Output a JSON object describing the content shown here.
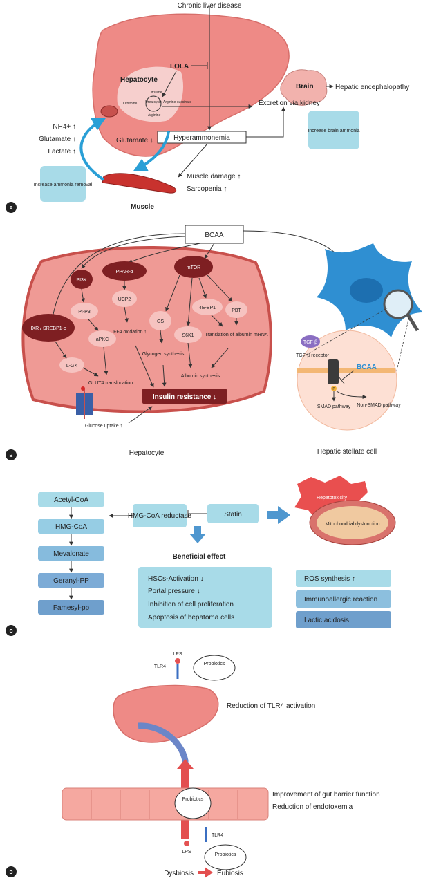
{
  "colors": {
    "liver": "#ee8a86",
    "liver_dark": "#c8504c",
    "box_blue": "#a8dbe8",
    "box_steel": "#6f9fcc",
    "dark_red": "#7e1f22",
    "pink_cell": "#ef9a95",
    "pink_node": "#f6c3c0",
    "hsc_blue": "#2f8fd2",
    "hsc_cell": "#fde0d4",
    "arrow_blue": "#4f97cf"
  },
  "panel_letters": [
    "A",
    "B",
    "C",
    "D"
  ],
  "panelA": {
    "chronic": "Chronic liver disease",
    "lola": "LOLA",
    "hepatocyte": "Hepatocyte",
    "urea_cycle": "Urea cycle",
    "citrulline": "Citrulline",
    "ornithine": "Ornithine",
    "arginine": "Arginine",
    "argsucc": "Arginine-succinate",
    "brain": "Brain",
    "he": "Hepatic encephalopathy",
    "excretion": "Excretion via kidney",
    "hyperammonemia": "Hyperammonemia",
    "increase_brain": "Increase brain ammonia",
    "nh4": "NH4+ ↑",
    "glutamate_up": "Glutamate ↑",
    "lactate": "Lactate ↑",
    "glutamate_down": "Glutamate ↓",
    "increase_removal": "Increase ammonia removal",
    "muscle_damage": "Muscle damage ↑",
    "sarcopenia": "Sarcopenia ↑",
    "muscle": "Muscle"
  },
  "panelB": {
    "bcaa": "BCAA",
    "pi3k": "PI3K",
    "ppar": "PPAR-α",
    "mtor": "mTOR",
    "ixr": "IXR / SREBP1-c",
    "pip3": "PI-P3",
    "apkc": "aPKC",
    "lgk": "L-GK",
    "ucp2": "UCP2",
    "ffa": "FFA oxidation ↑",
    "gs": "GS",
    "glycogen": "Glycogen synthesis",
    "s6k1": "S6K1",
    "ebp1": "4E-BP1",
    "pbt": "PBT",
    "translation": "Translation of albumin mRNA",
    "albumin": "Albumin synthesis",
    "glut4": "GLUT4 translocation",
    "insulin": "Insulin resistance ↓",
    "glucose": "Glucose uptake ↑",
    "hepatocyte": "Hepatocyte",
    "tgf": "TGF-β",
    "tgf_receptor": "TGF-β receptor",
    "bcaa_blue": "BCAA",
    "p": "P",
    "smad": "SMAD pathway",
    "nonsmad": "Non-SMAD pathway",
    "hsc": "Hepatic stellate cell"
  },
  "panelC": {
    "pathway": [
      "Acetyl-CoA",
      "HMG-CoA",
      "Mevalonate",
      "Geranyl-PP",
      "Famesyl-pp"
    ],
    "reductase": "HMG-CoA reductase",
    "statin": "Statin",
    "hepatotoxicity": "Hepatotoxicity",
    "mito": "Mitochondrial dysfunction",
    "beneficial": "Beneficial effect",
    "effects": [
      "HSCs-Activation ↓",
      "Portal pressure ↓",
      "Inhibition of cell proliferation",
      "Apoptosis of hepatoma cells"
    ],
    "adverse": [
      "ROS synthesis ↑",
      "Immunoallergic reaction",
      "Lactic acidosis"
    ]
  },
  "panelD": {
    "lps_top": "LPS",
    "tlr4_top": "TLR4",
    "probiotics_top": "Probiotics",
    "reduction_tlr4": "Reduction of TLR4 activation",
    "improvement": "Improvement of gut barrier function",
    "reduction_endo": "Reduction of endotoxemia",
    "probiotics_mid": "Probiotics",
    "tlr4_mid": "TLR4",
    "lps_bottom": "LPS",
    "probiotics_bottom": "Probiotics",
    "dysbiosis": "Dysbiosis",
    "eubiosis": "Eubiosis"
  }
}
